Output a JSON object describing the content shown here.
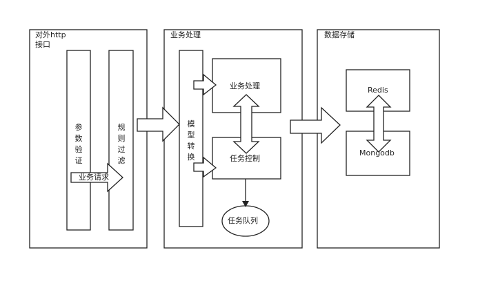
{
  "panels": {
    "external": {
      "title_line1": "对外http",
      "title_line2": "接口"
    },
    "business": {
      "title": "业务处理"
    },
    "storage": {
      "title": "数据存储"
    }
  },
  "external_panel": {
    "param_check": "参数验证",
    "rule_filter": "规则过滤",
    "request_arrow": "业务请求"
  },
  "business_panel": {
    "model_convert": "模型转换",
    "biz_process_box": "业务处理",
    "task_control_box": "任务控制",
    "task_queue": "任务队列"
  },
  "storage_panel": {
    "redis": "Redis",
    "mongodb": "Mongodb"
  },
  "colors": {
    "stroke": "#222222",
    "fill": "#ffffff",
    "text": "#222222"
  }
}
